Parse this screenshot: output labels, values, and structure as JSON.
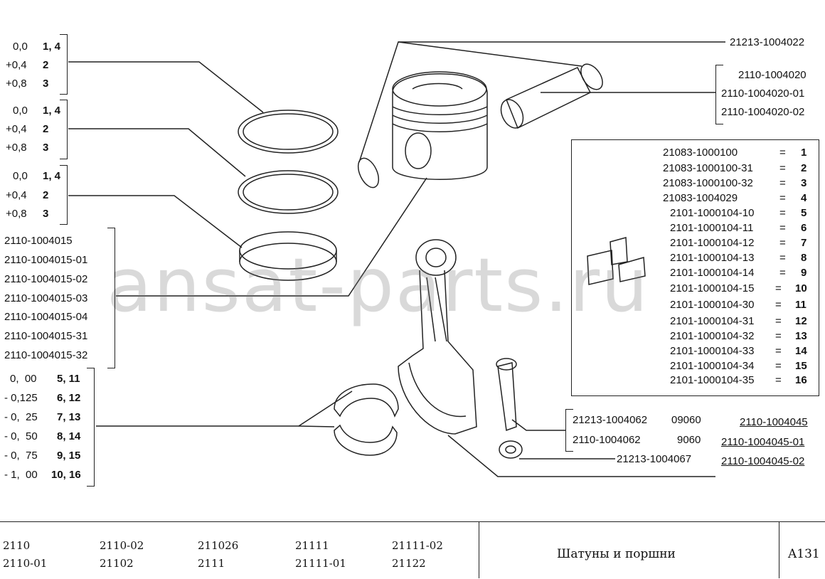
{
  "ring_groups": [
    {
      "rows": [
        {
          "size": "0,0",
          "code": "1, 4"
        },
        {
          "size": "+0,4",
          "code": "2"
        },
        {
          "size": "+0,8",
          "code": "3"
        }
      ]
    },
    {
      "rows": [
        {
          "size": "0,0",
          "code": "1, 4"
        },
        {
          "size": "+0,4",
          "code": "2"
        },
        {
          "size": "+0,8",
          "code": "3"
        }
      ]
    },
    {
      "rows": [
        {
          "size": "0,0",
          "code": "1, 4"
        },
        {
          "size": "+0,4",
          "code": "2"
        },
        {
          "size": "+0,8",
          "code": "3"
        }
      ]
    }
  ],
  "ring_set_parts": [
    "2110-1004015",
    "2110-1004015-01",
    "2110-1004015-02",
    "2110-1004015-03",
    "2110-1004015-04",
    "2110-1004015-31",
    "2110-1004015-32"
  ],
  "bearing_group": [
    {
      "size": "0,  00",
      "code": "5, 11"
    },
    {
      "size": "- 0,125",
      "code": "6, 12"
    },
    {
      "size": "- 0,  25",
      "code": "7, 13"
    },
    {
      "size": "- 0,  50",
      "code": "8, 14"
    },
    {
      "size": "- 0,  75",
      "code": "9, 15"
    },
    {
      "size": "- 1,  00",
      "code": "10, 16"
    }
  ],
  "circlip_part": "21213-1004022",
  "pin_parts": [
    "2110-1004020",
    "2110-1004020-01",
    "2110-1004020-02"
  ],
  "legend": [
    {
      "part": "21083-1000100",
      "eq": "=",
      "num": "1"
    },
    {
      "part": "21083-1000100-31",
      "eq": "=",
      "num": "2"
    },
    {
      "part": "21083-1000100-32",
      "eq": "=",
      "num": "3"
    },
    {
      "part": "21083-1004029",
      "eq": "=",
      "num": "4"
    },
    {
      "part": "2101-1000104-10",
      "eq": "=",
      "num": "5"
    },
    {
      "part": "2101-1000104-11",
      "eq": "=",
      "num": "6"
    },
    {
      "part": "2101-1000104-12",
      "eq": "=",
      "num": "7"
    },
    {
      "part": "2101-1000104-13",
      "eq": "=",
      "num": "8"
    },
    {
      "part": "2101-1000104-14",
      "eq": "=",
      "num": "9"
    },
    {
      "part": "2101-1000104-15",
      "eq": "=",
      "num": "10"
    },
    {
      "part": "2101-1000104-30",
      "eq": "=",
      "num": "11"
    },
    {
      "part": "2101-1000104-31",
      "eq": "=",
      "num": "12"
    },
    {
      "part": "2101-1000104-32",
      "eq": "=",
      "num": "13"
    },
    {
      "part": "2101-1000104-33",
      "eq": "=",
      "num": "14"
    },
    {
      "part": "2101-1000104-34",
      "eq": "=",
      "num": "15"
    },
    {
      "part": "2101-1000104-35",
      "eq": "=",
      "num": "16"
    }
  ],
  "bolt_parts": [
    {
      "part": "21213-1004062",
      "note": "09060"
    },
    {
      "part": "2110-1004062",
      "note": "9060"
    }
  ],
  "nut_part": "21213-1004067",
  "rod_parts": [
    "2110-1004045",
    "2110-1004045-01",
    "2110-1004045-02"
  ],
  "watermark": "ansat-parts.ru",
  "models": [
    "2110",
    "2110-02",
    "211026",
    "21111",
    "21111-02",
    "2110-01",
    "21102",
    "2111",
    "21111-01",
    "21122"
  ],
  "title": "Шатуны и поршни",
  "page_code": "A131"
}
